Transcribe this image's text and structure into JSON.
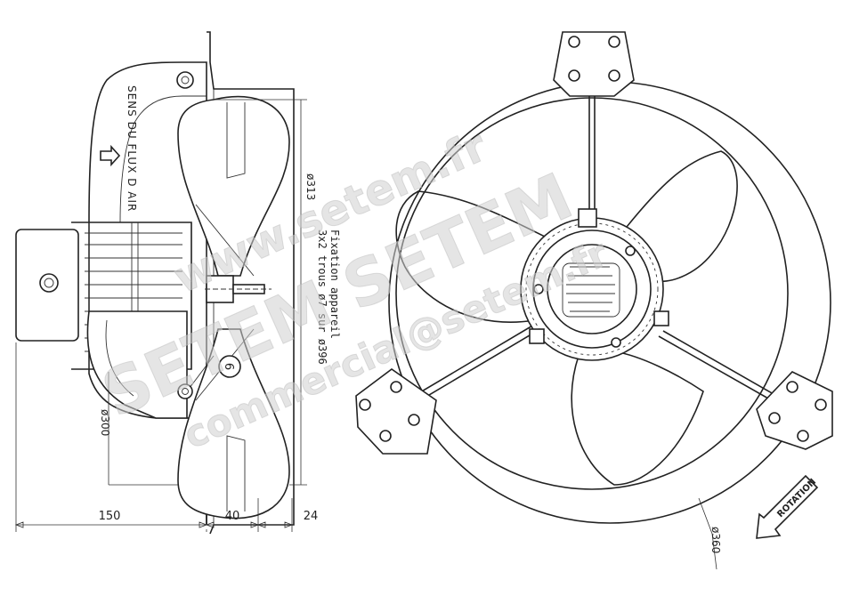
{
  "dimensions": {
    "d150": "150",
    "d40": "40",
    "d24": "24",
    "d313": "ø313",
    "d300": "ø300",
    "d360": "ø360"
  },
  "labels": {
    "airflow": "SENS DU FLUX D AIR",
    "fixation_line1": "Fixation appareil",
    "fixation_line2": "3x2 trous ø7 sur ø396",
    "rotation": "ROTATION",
    "part_number": "6"
  },
  "watermark": {
    "site": "www.setem.fr",
    "brand": "SETEM SETEM",
    "email": "commercial@setem.fr"
  }
}
